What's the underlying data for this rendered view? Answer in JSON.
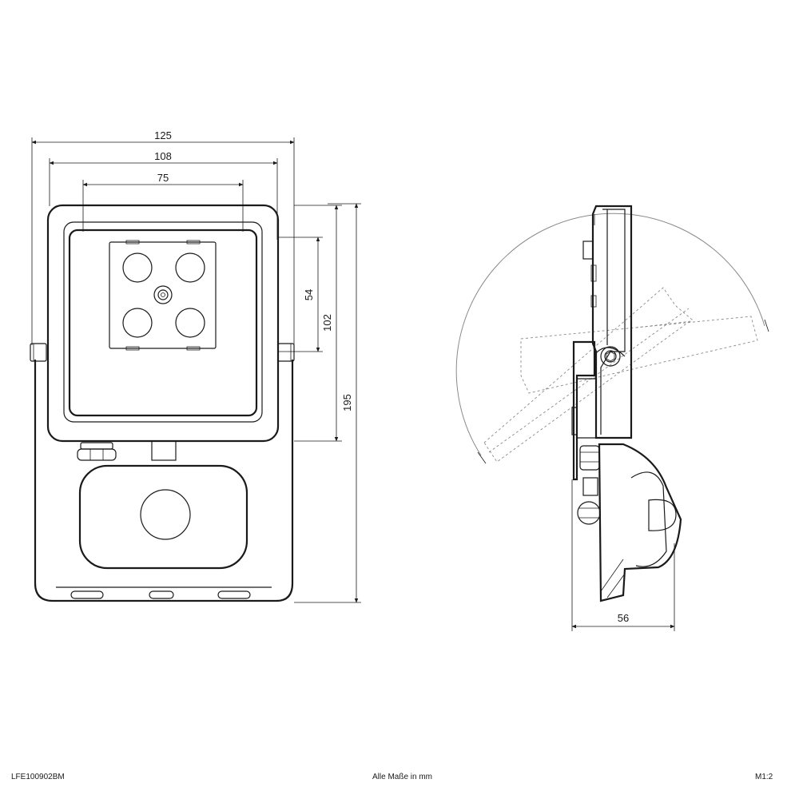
{
  "dimensions": {
    "total_width": "125",
    "frame_width": "108",
    "led_width": "75",
    "led_height": "54",
    "head_height": "102",
    "total_height": "195",
    "depth": "56"
  },
  "footer": {
    "article_number": "LFE100902BM",
    "units_note": "Alle Maße in mm",
    "scale": "M1:2"
  },
  "colors": {
    "line": "#1a1a1a",
    "construction": "#8a8a8a",
    "background": "#ffffff"
  }
}
